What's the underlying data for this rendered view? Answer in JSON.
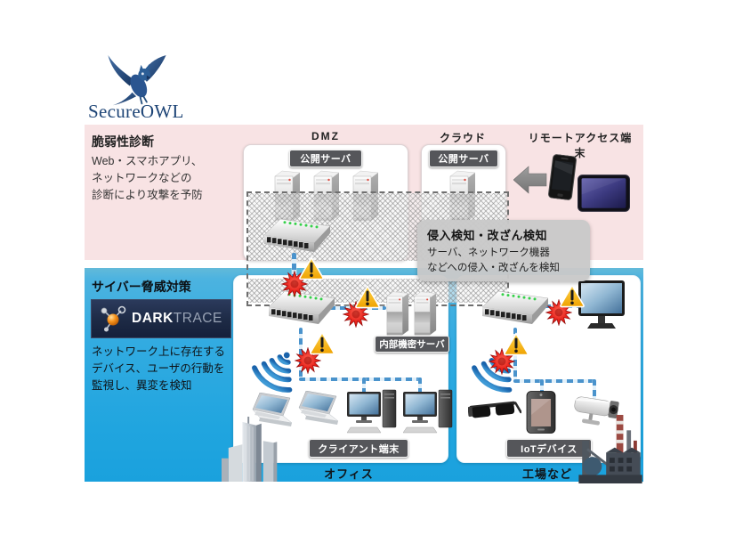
{
  "logo": {
    "name": "SecureOWL"
  },
  "left_column": {
    "vulnerability": {
      "title": "脆弱性診断",
      "description": "Web・スマホアプリ、\nネットワークなどの\n診断により攻撃を予防"
    },
    "threat": {
      "title": "サイバー脅威対策",
      "darktrace_dark": "DARK",
      "darktrace_trace": "TRACE",
      "description": "ネットワーク上に存在する\nデバイス、ユーザの行動を\n監視し、異変を検知"
    }
  },
  "zone_labels": {
    "dmz": "DMZ",
    "cloud": "クラウド",
    "remote": "リモートアクセス端末"
  },
  "badges": {
    "dmz_server": "公開サーバ",
    "cloud_server": "公開サーバ",
    "internal_server": "内部機密サーバ",
    "client": "クライアント端末",
    "iot": "IoTデバイス"
  },
  "captions": {
    "office": "オフィス",
    "factory": "工場など"
  },
  "callout": {
    "title": "侵入検知・改ざん検知",
    "description": "サーバ、ネットワーク機器\nなどへの侵入・改ざんを検知"
  },
  "icons": {
    "owl": "owl-logo-icon",
    "molecule": "darktrace-molecule-icon",
    "server": "server-icon",
    "switch": "network-switch-icon",
    "wifi": "wifi-signal-icon",
    "warning": "warning-triangle-icon",
    "attack": "attack-burst-icon",
    "laptop": "laptop-icon",
    "desktop": "desktop-pc-icon",
    "monitor": "monitor-icon",
    "smartphone": "smartphone-icon",
    "tablet": "tablet-icon",
    "glasses": "smart-glasses-icon",
    "sensor": "iot-sensor-icon",
    "camera": "security-camera-icon",
    "arrow": "arrow-left-icon"
  },
  "colors": {
    "pink_panel": "#f8e3e4",
    "blue_panel": "#2baae0",
    "badge_bg": "#55565a",
    "callout_bg": "#c9c9c9",
    "line_blue": "#4a93cc",
    "warning_yellow": "#f5a800",
    "alert_red": "#d21612",
    "darktrace_navy": "#1d2a45",
    "logo_navy": "#1c4476"
  }
}
